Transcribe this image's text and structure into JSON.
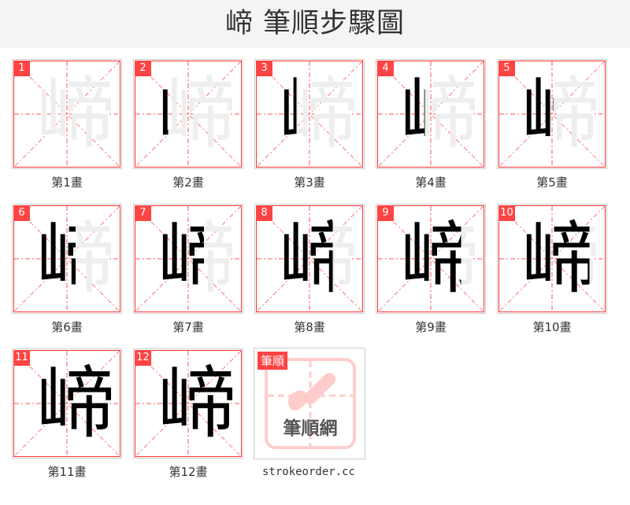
{
  "header": {
    "title": "崹 筆順步驟圖"
  },
  "character": "崹",
  "colors": {
    "accent": "#ff4444",
    "current_stroke": "#ff0000",
    "done": "#000000",
    "ghost": "#eeeeee"
  },
  "total_strokes": 12,
  "steps": [
    {
      "number": "1",
      "label": "第1畫"
    },
    {
      "number": "2",
      "label": "第2畫"
    },
    {
      "number": "3",
      "label": "第3畫"
    },
    {
      "number": "4",
      "label": "第4畫"
    },
    {
      "number": "5",
      "label": "第5畫"
    },
    {
      "number": "6",
      "label": "第6畫"
    },
    {
      "number": "7",
      "label": "第7畫"
    },
    {
      "number": "8",
      "label": "第8畫"
    },
    {
      "number": "9",
      "label": "第9畫"
    },
    {
      "number": "10",
      "label": "第10畫"
    },
    {
      "number": "11",
      "label": "第11畫"
    },
    {
      "number": "12",
      "label": "第12畫"
    }
  ],
  "logo": {
    "tag": "筆順",
    "name": "筆順網",
    "site": "strokeorder.cc"
  }
}
